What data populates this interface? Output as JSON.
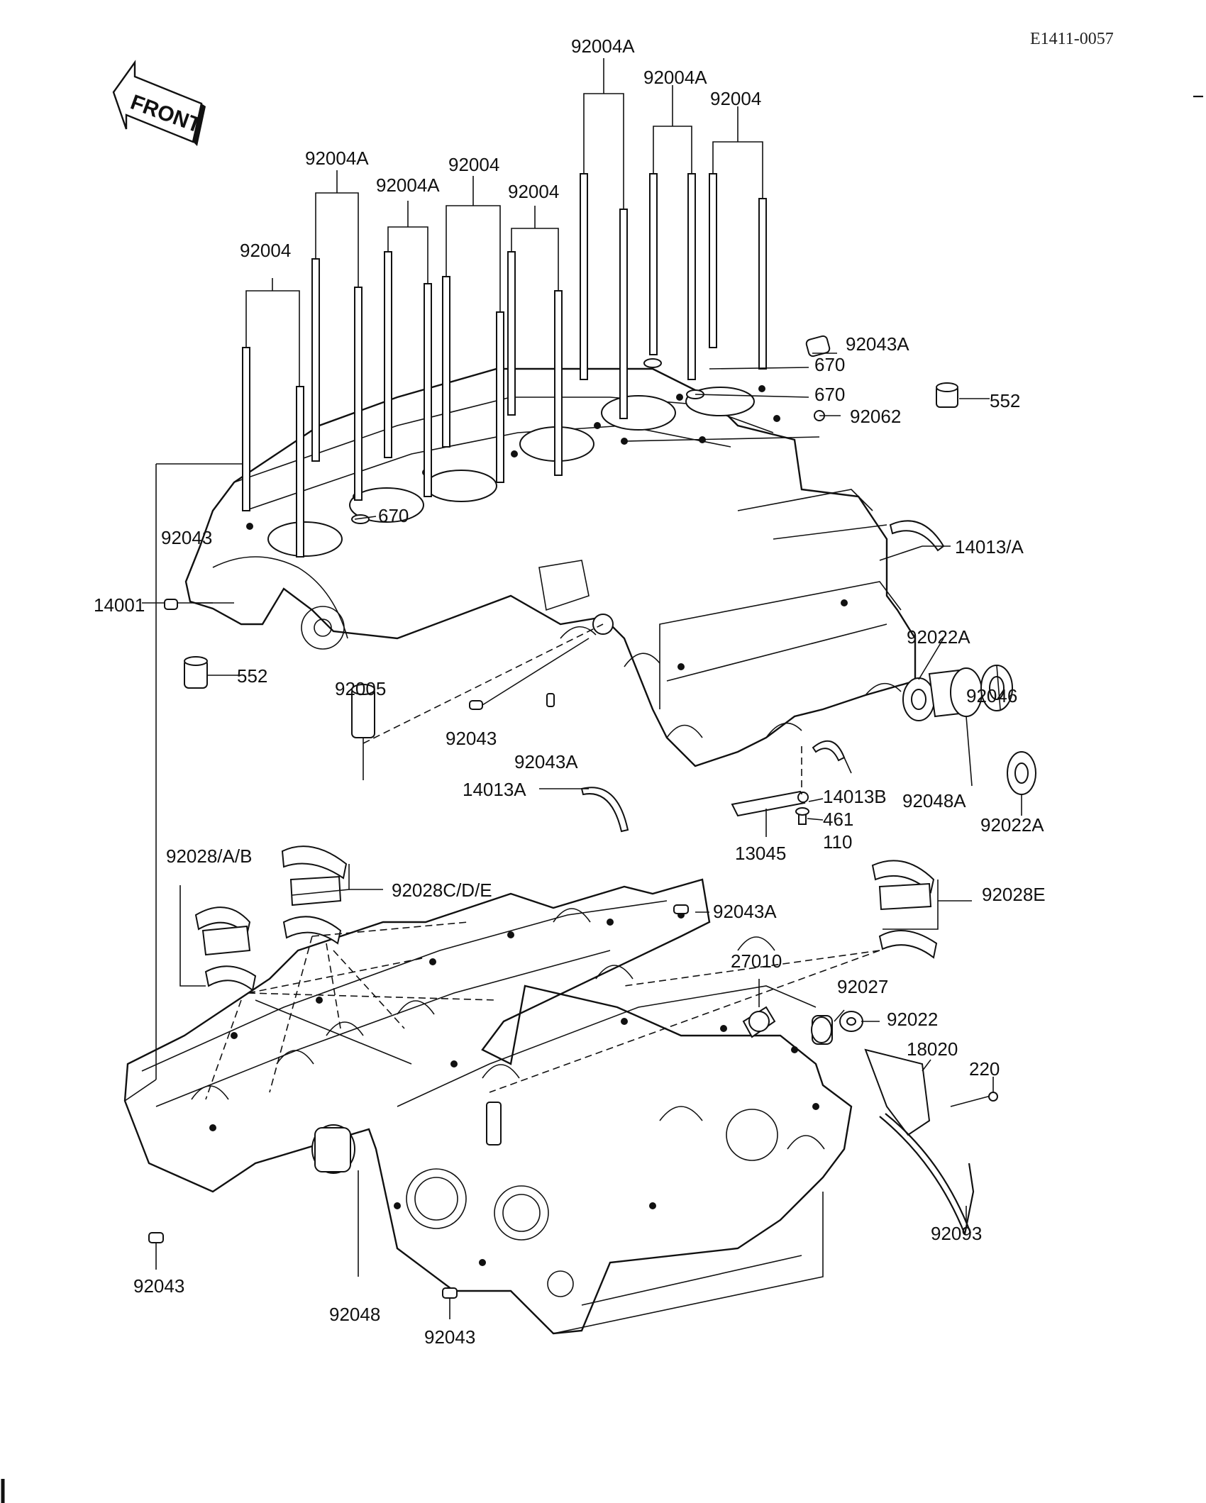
{
  "document_code": "E1411-0057",
  "front_label": "FRONT",
  "callouts": {
    "c92004A_a": "92004A",
    "c92004A_b": "92004A",
    "c92004_a": "92004",
    "c92004A_c": "92004A",
    "c92004A_d": "92004A",
    "c92004_b": "92004",
    "c92004_c": "92004",
    "c92004_d": "92004",
    "c92043A_a": "92043A",
    "c670_a": "670",
    "c670_b": "670",
    "c552_a": "552",
    "c92062": "92062",
    "c670_c": "670",
    "c92043_a": "92043",
    "c14013A_a": "14013/A",
    "c14001": "14001",
    "c92022A_a": "92022A",
    "c552_b": "552",
    "c92005": "92005",
    "c92046": "92046",
    "c92043_b": "92043",
    "c92043A_b": "92043A",
    "c14013B": "14013B",
    "c14013A_b": "14013A",
    "c461": "461",
    "c92048A": "92048A",
    "c110": "110",
    "c92022A_b": "92022A",
    "c13045": "13045",
    "c92028AB": "92028/A/B",
    "c92028CDE": "92028C/D/E",
    "c92028E": "92028E",
    "c92043A_c": "92043A",
    "c27010": "27010",
    "c92027": "92027",
    "c92022": "92022",
    "c18020": "18020",
    "c220": "220",
    "c92093": "92093",
    "c92043_c": "92043",
    "c92048": "92048",
    "c92043_d": "92043"
  }
}
